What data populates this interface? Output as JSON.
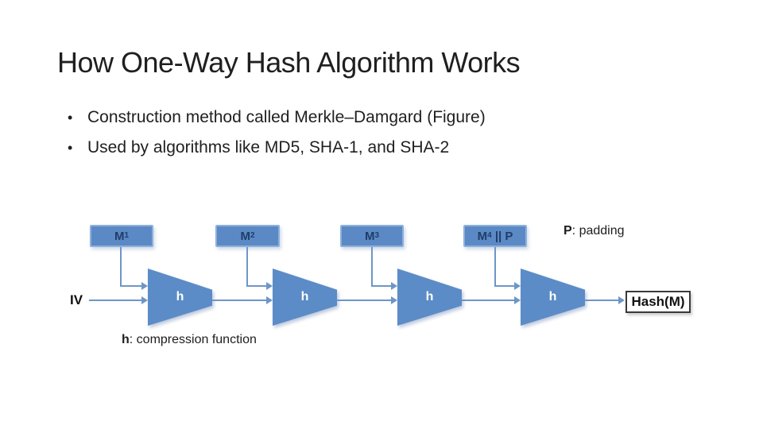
{
  "slide": {
    "title": "How One-Way Hash Algorithm Works",
    "bullet_marker": "•",
    "bullets": [
      "Construction method called Merkle–Damgard (Figure)",
      "Used by algorithms like MD5, SHA-1, and SHA-2"
    ]
  },
  "diagram": {
    "blocks": [
      {
        "base": "M",
        "sub": "1",
        "suffix": ""
      },
      {
        "base": "M",
        "sub": "2",
        "suffix": ""
      },
      {
        "base": "M",
        "sub": "3",
        "suffix": ""
      },
      {
        "base": "M",
        "sub": "4",
        "suffix": " || P"
      }
    ],
    "compressors": [
      "h",
      "h",
      "h",
      "h"
    ],
    "iv_label": "IV",
    "output_label": "Hash(M)",
    "padding_note": {
      "prefix": "P",
      "rest": ": padding"
    },
    "compression_note": {
      "prefix": "h",
      "rest": ": compression function"
    },
    "colors": {
      "block_fill": "#5b89c6",
      "block_border": "#8fb0da",
      "block_text": "#1f3d68",
      "trap_fill": "#5c8cc7",
      "arrow": "#6d96c8",
      "text_dark": "#1f1f1f"
    }
  }
}
